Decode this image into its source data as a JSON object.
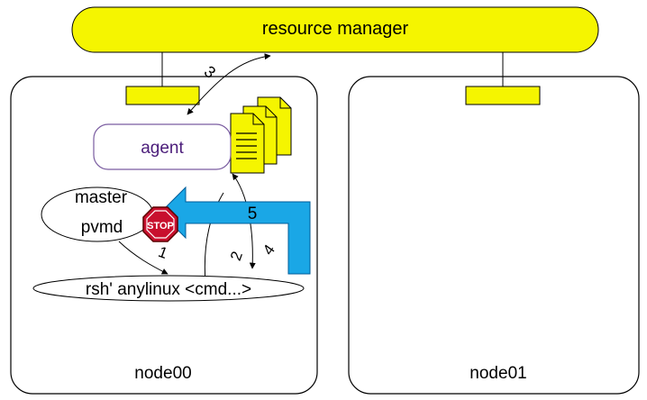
{
  "resource_manager": {
    "label": "resource manager"
  },
  "nodes": [
    {
      "label": "node00"
    },
    {
      "label": "node01"
    }
  ],
  "agent": {
    "label": "agent"
  },
  "master_pvmd": {
    "line1": "master",
    "line2": "pvmd"
  },
  "stop_sign": {
    "label": "STOP"
  },
  "rsh_process": {
    "label": "rsh' anylinux <cmd...>"
  },
  "steps": [
    "1",
    "2",
    "3",
    "4",
    "5"
  ],
  "colors": {
    "resource_manager_fill": "#f5f500",
    "slot_fill": "#f5f500",
    "document_fill": "#f5f500",
    "agent_text": "#4b1d7a",
    "agent_border": "#7a5ca0",
    "big_arrow_fill": "#1aa7e6",
    "stop_fill": "#c8102e"
  }
}
